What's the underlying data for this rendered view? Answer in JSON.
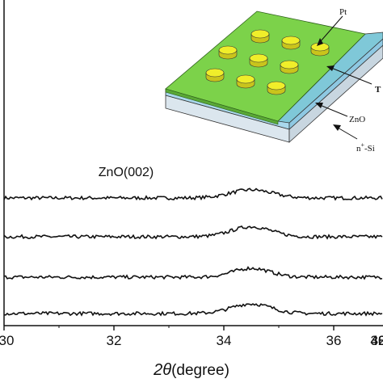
{
  "chart_data": {
    "type": "line",
    "xlabel_symbol": "2θ",
    "xlabel_unit": "(degree)",
    "xlim": [
      30,
      44
    ],
    "xticks": [
      30,
      32,
      34,
      36,
      38,
      40,
      42,
      44
    ],
    "xtick_labels": [
      "30",
      "32",
      "34",
      "36",
      "38",
      "40",
      "42",
      "4"
    ],
    "annotation": "ZnO(002)",
    "peak_position": 34.5,
    "series": [
      {
        "baseline": 0.0,
        "peak_height": 0.42,
        "peak_width": 0.38
      },
      {
        "baseline": 0.0,
        "peak_height": 0.52,
        "peak_width": 0.36
      },
      {
        "baseline": 0.0,
        "peak_height": 0.46,
        "peak_width": 0.34
      },
      {
        "baseline": 0.0,
        "peak_height": 0.5,
        "peak_width": 0.36
      }
    ]
  },
  "inset": {
    "labels": {
      "pt": "Pt",
      "t": "T",
      "zno": "ZnO",
      "nsi_base": "n",
      "nsi_sup": "+",
      "nsi_tail": "-Si"
    },
    "colors": {
      "top_layer": "#7cd24a",
      "zno_layer": "#a9d8ec",
      "si_layer": "#dbe6ee",
      "pad": "#f0ee2a"
    }
  }
}
